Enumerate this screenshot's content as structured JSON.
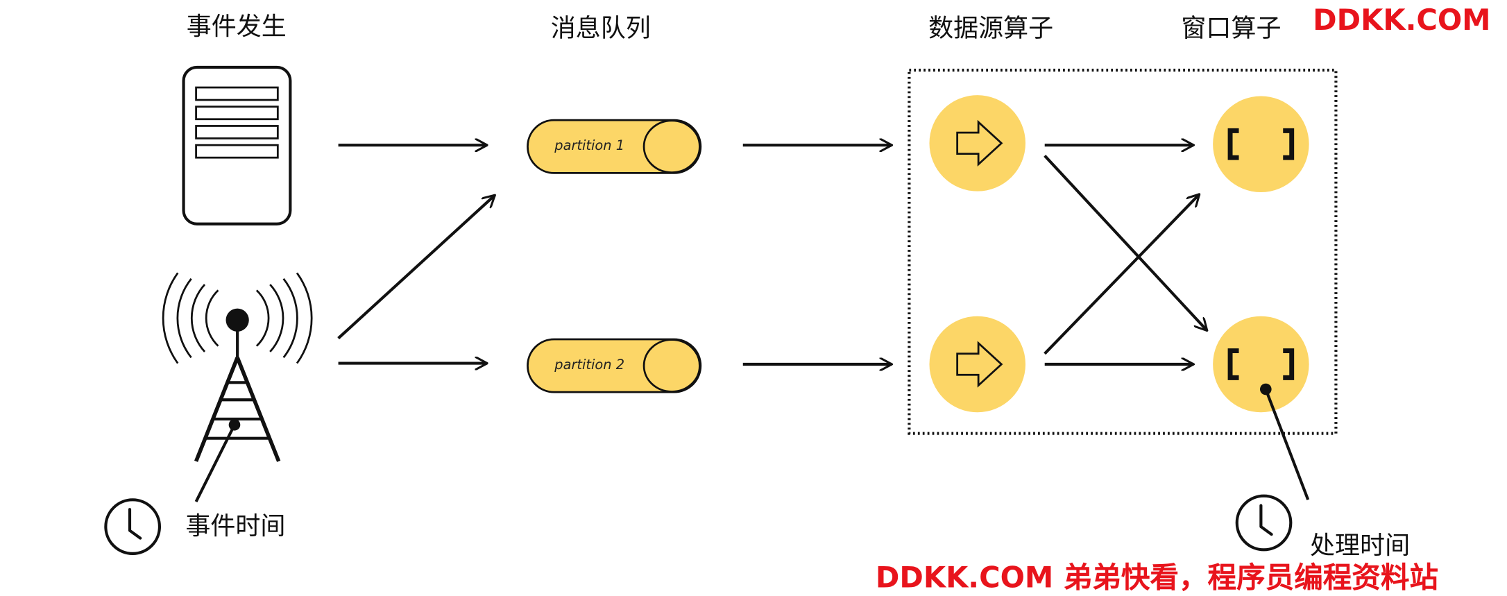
{
  "headings": {
    "event_occurrence": "事件发生",
    "message_queue": "消息队列",
    "source_operator": "数据源算子",
    "window_operator": "窗口算子"
  },
  "partitions": [
    "partition 1",
    "partition 2"
  ],
  "labels": {
    "event_time": "事件时间",
    "processing_time": "处理时间"
  },
  "watermarks": {
    "top_right": "DDKK.COM",
    "bottom": "DDKK.COM 弟弟快看，程序员编程资料站"
  },
  "icons": {
    "server": "server-icon",
    "tower": "antenna-tower-icon",
    "event_clock": "clock-icon",
    "source_operator": "arrow-right-outline-icon",
    "window_operator": "square-brackets-icon",
    "processing_clock": "clock-icon"
  },
  "colors": {
    "node_fill": "#fcd667",
    "stroke": "#111111",
    "watermark": "#e8141c"
  }
}
